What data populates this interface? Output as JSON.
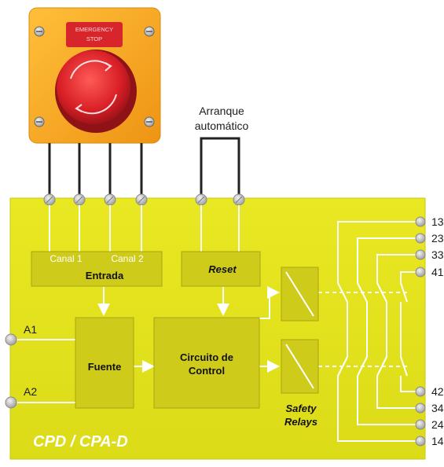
{
  "estop": {
    "label_line1": "EMERGENCY",
    "label_line2": "STOP"
  },
  "arranque": {
    "line1": "Arranque",
    "line2": "automático"
  },
  "blocks": {
    "canal1": "Canal 1",
    "canal2": "Canal 2",
    "entrada": "Entrada",
    "reset": "Reset",
    "fuente": "Fuente",
    "circuito_line1": "Circuito de",
    "circuito_line2": "Control",
    "safety_line1": "Safety",
    "safety_line2": "Relays"
  },
  "terminals": {
    "a1": "A1",
    "a2": "A2",
    "right_top": [
      "13",
      "23",
      "33",
      "41"
    ],
    "right_bottom": [
      "42",
      "34",
      "24",
      "14"
    ]
  },
  "board_title": "CPD / CPA-D",
  "colors": {
    "board": "#e4e31c",
    "board_edge": "#c9c918",
    "block": "#c9c418",
    "estop_box": "#f5a51c",
    "mushroom": "#e0232a",
    "wire": "#ffffff",
    "ext_wire": "#222222"
  }
}
